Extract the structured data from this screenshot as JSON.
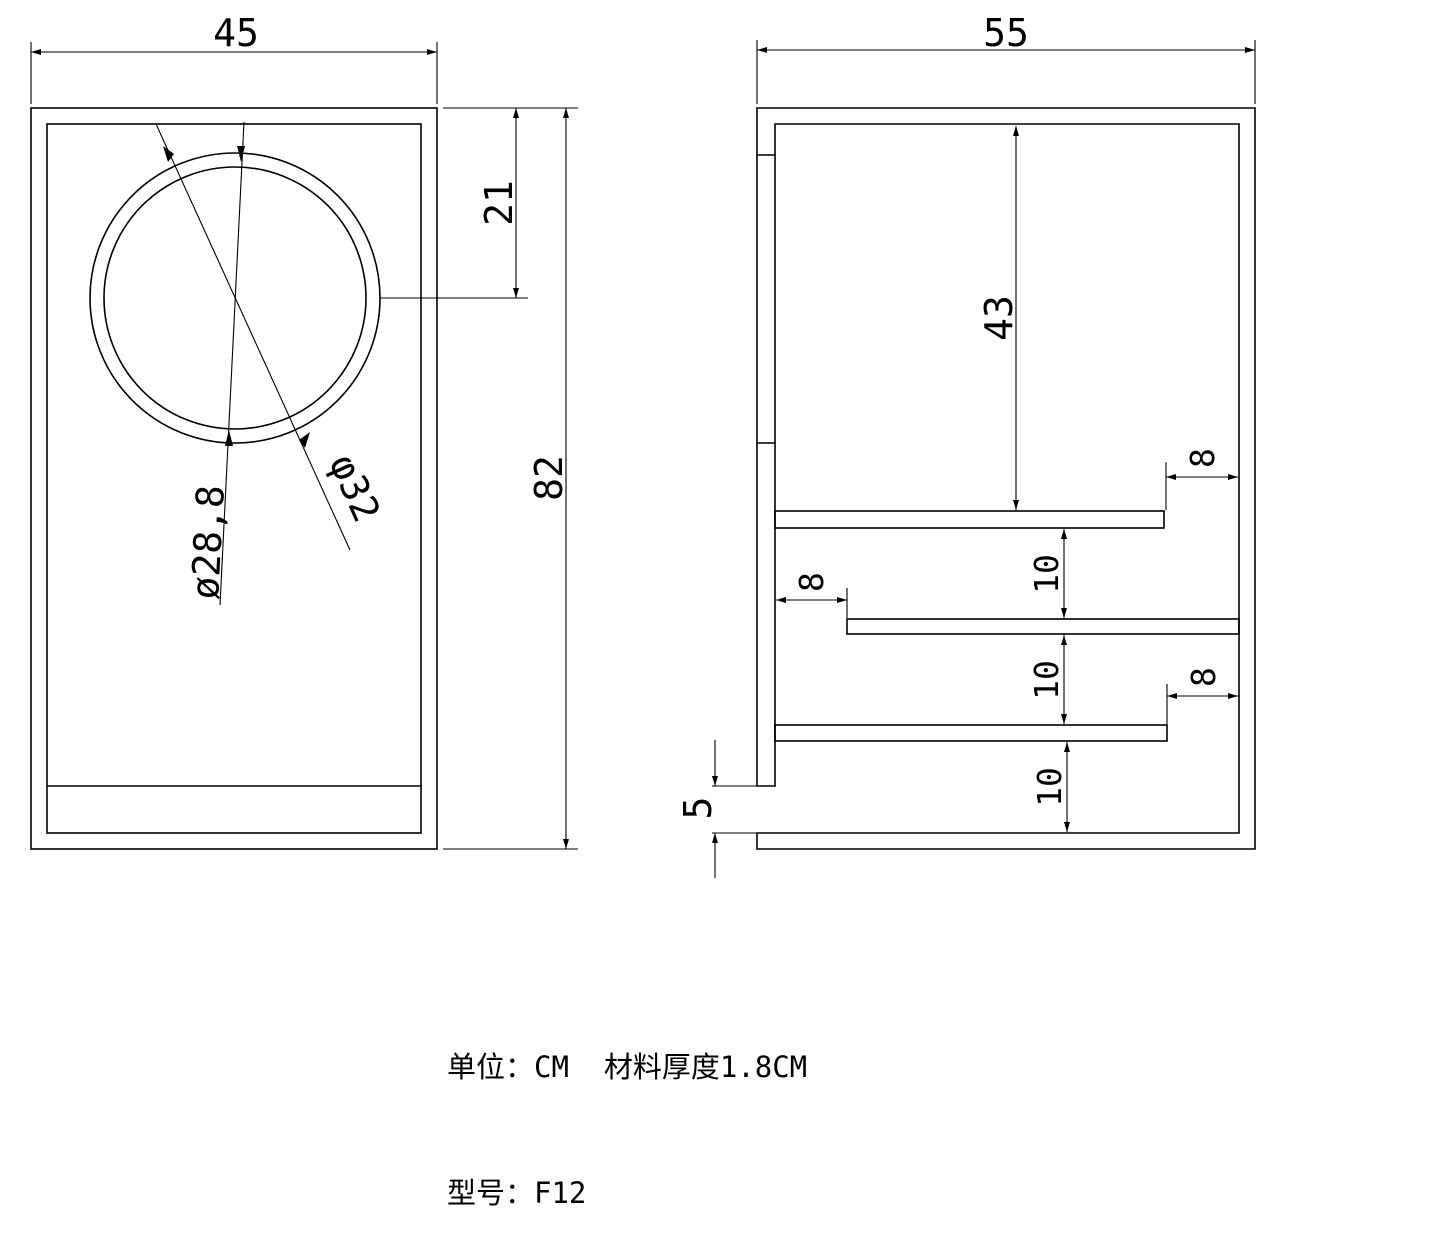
{
  "front_view": {
    "width_label": "45",
    "height_label": "82",
    "hole_offset_label": "21",
    "inner_diameter_label": "ø28,8",
    "outer_diameter_label": "φ32"
  },
  "side_view": {
    "depth_label": "55",
    "top_chamber_label": "43",
    "gap_labels": [
      "10",
      "10",
      "10"
    ],
    "offset_labels": [
      "8",
      "8",
      "8"
    ],
    "base_label": "5"
  },
  "notes": {
    "line1": "单位：CM  材料厚度1.8CM",
    "line2": "型号：F12"
  }
}
